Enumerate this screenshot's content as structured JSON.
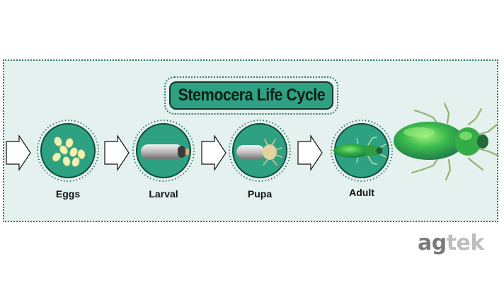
{
  "title": "Stemocera Life Cycle",
  "stages": [
    {
      "label": "Eggs"
    },
    {
      "label": "Larval"
    },
    {
      "label": "Pupa"
    },
    {
      "label": "Adult"
    }
  ],
  "logo": {
    "part1": "ag",
    "part2": "tek"
  },
  "colors": {
    "panel_bg": "#e5f1ee",
    "teal": "#2fa183",
    "dark_teal": "#0f4a3e",
    "dotted_border": "#2a7866",
    "beetle_green": "#35b24a"
  },
  "icons": [
    "arrow-right-icon",
    "eggs-icon",
    "larva-icon",
    "pupa-icon",
    "adult-beetle-icon",
    "large-beetle-icon"
  ]
}
